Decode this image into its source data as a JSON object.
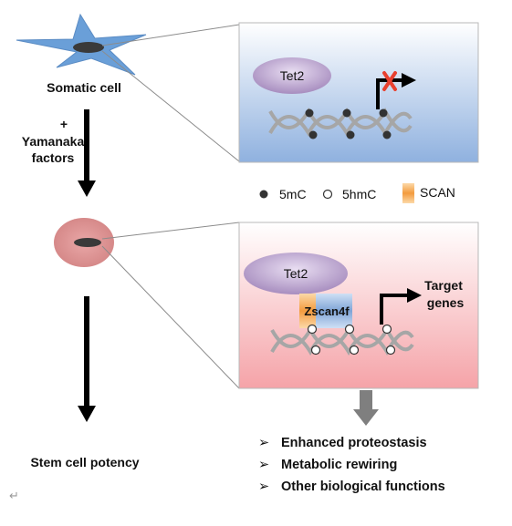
{
  "somatic_label": "Somatic cell",
  "factors": {
    "plus": "+",
    "line1": "Yamanaka",
    "line2": "factors"
  },
  "legend": {
    "mc": "5mC",
    "hmc": "5hmC",
    "scan": "SCAN"
  },
  "tet2_top": "Tet2",
  "tet2_bottom": "Tet2",
  "zscan": "Zscan4f",
  "target": {
    "line1": "Target",
    "line2": "genes"
  },
  "stem_label": "Stem cell potency",
  "outcomes": [
    "Enhanced proteostasis",
    "Metabolic rewiring",
    "Other biological functions"
  ],
  "bullet_glyph": "➢",
  "return_glyph": "↵",
  "colors": {
    "somatic_cell": "#6a9fd8",
    "nucleus": "#333333",
    "ips_cell": "#d98f8f",
    "tet2_fill": "#b49bc8",
    "panel_top_gradient": [
      "#ffffff",
      "#92b3e0"
    ],
    "panel_bottom_gradient": [
      "#ffffff",
      "#f4a6ab"
    ],
    "scan_orange": "#f5a14a",
    "zscan_blue": "#7fa4d6",
    "dna_strand": "#a6a6a6",
    "blocked_x": "#e8402f",
    "gray_arrow": "#7f7f7f"
  }
}
